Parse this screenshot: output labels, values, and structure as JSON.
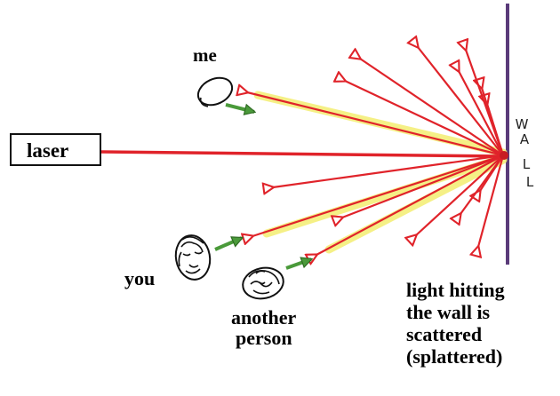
{
  "labels": {
    "laser": "laser",
    "me": "me",
    "you": "you",
    "another_person": [
      "another",
      "person"
    ],
    "wall": [
      "W",
      "A",
      "L",
      "L"
    ],
    "caption": [
      "light hitting",
      "the wall is",
      "scattered",
      "(splattered)"
    ]
  },
  "colors": {
    "beam": "#e0232a",
    "glow": "#f5ef7a",
    "wall": "#5a3b7a",
    "eye_arrow": "#4a9a3a",
    "outline": "#111111"
  },
  "icons": {
    "laser": "laser-box",
    "me": "eye-outline-icon",
    "you": "face-sketch-icon",
    "another_person": "face-sketch-icon",
    "eye_arrow": "green-arrow-icon"
  }
}
